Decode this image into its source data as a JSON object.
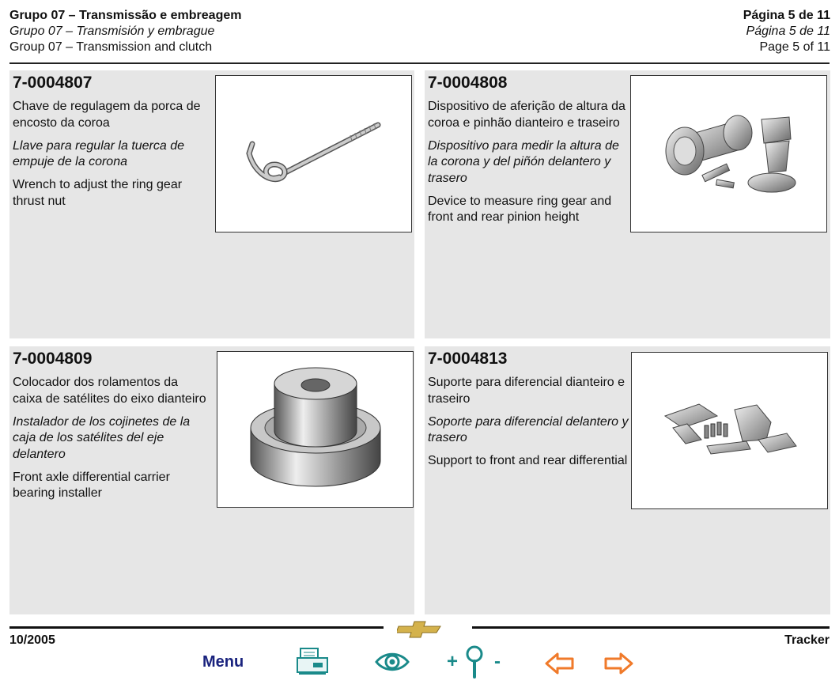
{
  "header": {
    "title_pt": "Grupo 07 – Transmissão e embreagem",
    "title_es": "Grupo 07 – Transmisión y embrague",
    "title_en": "Group 07 – Transmission and clutch",
    "page_pt": "Página 5 de 11",
    "page_es": "Página 5 de 11",
    "page_en": "Page 5 of 11"
  },
  "tools": [
    {
      "code": "7-0004807",
      "pt": "Chave de regulagem da porca de encosto da coroa",
      "es": "Llave para regular la tuerca de empuje de la corona",
      "en": "Wrench to adjust the ring gear thrust nut",
      "image": "hook-wrench"
    },
    {
      "code": "7-0004808",
      "pt": "Dispositivo de aferição de altura da coroa e pinhão dianteiro e traseiro",
      "es": "Dispositivo para medir la altura de la corona y del piñón delantero y trasero",
      "en": "Device to measure ring gear and  front and rear pinion height",
      "image": "height-gauge"
    },
    {
      "code": "7-0004809",
      "pt": "Colocador dos rolamentos da caixa de satélites do eixo dianteiro",
      "es": "Instalador de los cojinetes de la caja de los satélites del eje delantero",
      "en": "Front axle differential carrier bearing installer",
      "image": "bearing-installer"
    },
    {
      "code": "7-0004813",
      "pt": "Suporte para diferencial dianteiro e traseiro",
      "es": "Soporte para diferencial delantero y trasero",
      "en": "Support to front and rear differential",
      "image": "differential-support"
    }
  ],
  "footer": {
    "date": "10/2005",
    "model": "Tracker",
    "menu_label": "Menu",
    "zoom_plus": "+",
    "zoom_minus": "-",
    "icons": [
      "chevrolet-bowtie-logo",
      "print-icon",
      "eye-icon",
      "magnifier-icon",
      "arrow-left-icon",
      "arrow-right-icon"
    ],
    "colors": {
      "menu": "#1a237e",
      "eye": "#1a8a8a",
      "zoom": "#1a8a8a",
      "arrows": "#f07a2a",
      "logo": "#d4b24c"
    }
  }
}
